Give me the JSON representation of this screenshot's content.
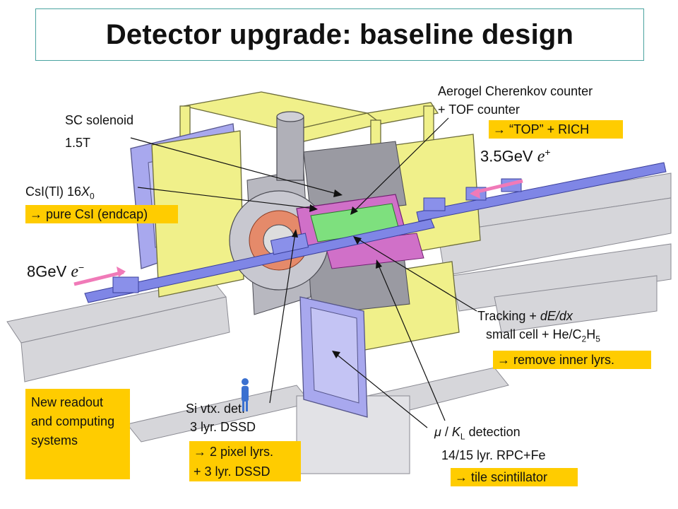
{
  "title": "Detector upgrade: baseline design",
  "labels": {
    "sc_solenoid_1": "SC solenoid",
    "sc_solenoid_2": "1.5T",
    "csi_base": "CsI(Tl) 16",
    "csi_x": "X",
    "csi_sub": "0",
    "aerogel_1": "Aerogel Cherenkov counter",
    "aerogel_2": "+ TOF counter",
    "tracking_1a": "Tracking + ",
    "tracking_1b": "dE/dx",
    "tracking_2a": "small cell + He/C",
    "tracking_2b": "2",
    "tracking_2c": "H",
    "tracking_2d": "5",
    "si_1": "Si vtx. det.",
    "si_2": "3 lyr. DSSD",
    "mu_1a": "μ",
    "mu_1b": " / ",
    "mu_1c": "K",
    "mu_1d": "L",
    "mu_1e": " detection",
    "mu_2": "14/15 lyr. RPC+Fe"
  },
  "upgrades": {
    "top_rich": "→ “TOP” + RICH",
    "pure_csi": "→ pure CsI (endcap)",
    "remove_inner": "→ remove inner lyrs.",
    "pixel_1": "→ 2 pixel lyrs.",
    "pixel_2": "+ 3 lyr. DSSD",
    "tile": "→ tile scintillator"
  },
  "beams": {
    "positron_energy": "3.5GeV",
    "positron_symbol": "e",
    "positron_charge": "+",
    "electron_energy": "8GeV",
    "electron_symbol": "e",
    "electron_charge": "−"
  },
  "readout_box": "New readout and computing systems",
  "colors": {
    "highlight": "#ffcc00",
    "title_border": "#4aa3a0",
    "magnet_yellow": "#f0f08a",
    "beam_arrow": "#f07ab8",
    "endcap_violet": "#a8a8ee",
    "tracker_green": "#7ee07e",
    "beampipe_blue": "#7f86e6",
    "structure_gray": "#cfcfd4"
  }
}
